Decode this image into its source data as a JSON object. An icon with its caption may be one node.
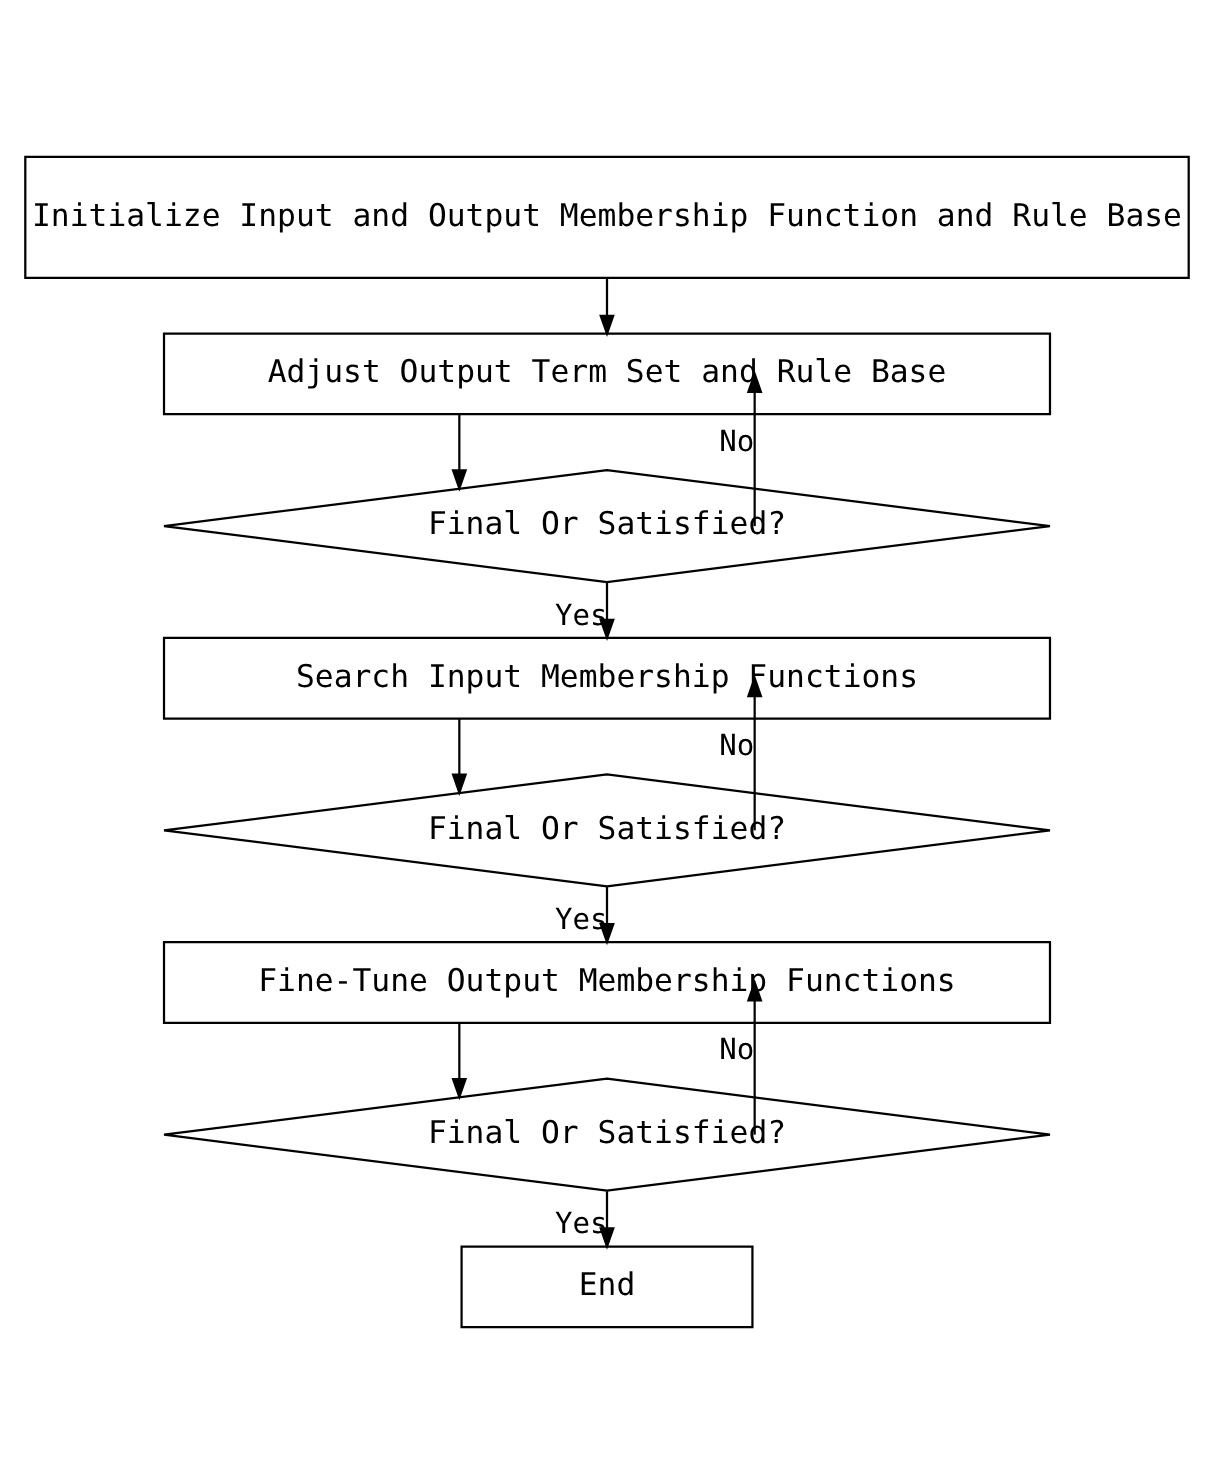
{
  "diagram": {
    "nodes": [
      {
        "text": [
          "Initialize Input and Output Membership Function and Rule Base"
        ]
      },
      {
        "text": [
          "Adjust Output Term Set and Rule Base"
        ]
      },
      {
        "text": [
          "Final Or Satisfied?"
        ]
      },
      {
        "text": [
          "Search Input Membership Functions"
        ]
      },
      {
        "text": [
          "Final Or Satisfied?"
        ]
      },
      {
        "text": [
          "Fine-Tune Output Membership Functions"
        ]
      },
      {
        "text": [
          "Final Or Satisfied?"
        ]
      },
      {
        "text": [
          "End"
        ]
      }
    ],
    "edges": [
      {
        "from": 0,
        "to": 1,
        "arrow": "to"
      },
      {
        "from": 1,
        "to": 2,
        "arrow": "to"
      },
      {
        "from": 2,
        "to": 1,
        "arrow": "to",
        "label": "No"
      },
      {
        "from": 2,
        "to": 3,
        "arrow": "to",
        "label": "Yes"
      },
      {
        "from": 3,
        "to": 4,
        "arrow": "to"
      },
      {
        "from": 4,
        "to": 3,
        "arrow": "to",
        "label": "No"
      },
      {
        "from": 4,
        "to": 5,
        "arrow": "to",
        "label": "Yes"
      },
      {
        "from": 5,
        "to": 6,
        "arrow": "to"
      },
      {
        "from": 6,
        "to": 5,
        "arrow": "to",
        "label": "No"
      },
      {
        "from": 6,
        "to": 7,
        "arrow": "to",
        "label": "Yes"
      }
    ]
  }
}
